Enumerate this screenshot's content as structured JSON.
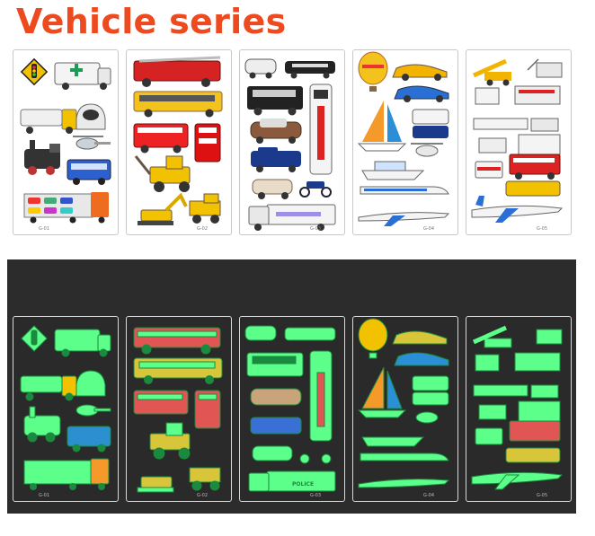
{
  "heading": "Vehicle series",
  "colors": {
    "heading": "#ee4a1f",
    "dark_background": "#2c2c2c",
    "glow": "#5cff8a"
  },
  "light_row": {
    "cards": [
      {
        "code_left": "G-01",
        "code_right": ""
      },
      {
        "code_left": "",
        "code_right": "G-02"
      },
      {
        "code_left": "",
        "code_right": "G-03"
      },
      {
        "code_left": "",
        "code_right": "G-04"
      },
      {
        "code_left": "",
        "code_right": "G-05"
      }
    ]
  },
  "dark_row": {
    "cards": [
      {
        "code_left": "G-01",
        "code_right": ""
      },
      {
        "code_left": "",
        "code_right": "G-02"
      },
      {
        "code_left": "",
        "code_right": "G-03"
      },
      {
        "code_left": "",
        "code_right": "G-04"
      },
      {
        "code_left": "",
        "code_right": "G-05"
      }
    ]
  },
  "police_text": "POLICE",
  "items": {
    "g01": [
      "traffic-light",
      "ambulance",
      "tanker-truck",
      "high-speed-train",
      "steam-locomotive",
      "helicopter",
      "bus",
      "car-carrier"
    ],
    "g02": [
      "fire-truck",
      "school-bus",
      "fire-engine",
      "ladder-truck",
      "backhoe-loader",
      "excavator",
      "dump-truck"
    ],
    "g03": [
      "police-car",
      "swat-van",
      "police-bus",
      "vintage-police-car",
      "pickup-truck",
      "motorcycle",
      "police-truck"
    ],
    "g04": [
      "hot-air-balloon",
      "sports-car",
      "sailboat",
      "police-van",
      "helicopter",
      "yacht",
      "bullet-train",
      "airplane"
    ],
    "g05": [
      "conveyor-truck",
      "tow-tractor",
      "catering-truck",
      "fuel-truck",
      "airport-bus",
      "fire-truck",
      "jet-airliner"
    ]
  }
}
